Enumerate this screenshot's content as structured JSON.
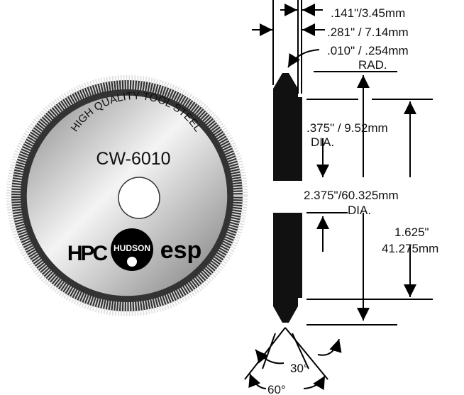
{
  "blade": {
    "arc_text": "HIGH QUALITY TOOL STEEL",
    "model": "CW-6010",
    "logos": {
      "hpc": "HPC",
      "hudson": "HUDSON",
      "esp": "esp"
    }
  },
  "dimensions": {
    "thickness_tip": ".141\"/3.45mm",
    "thickness_body": ".281\" / 7.14mm",
    "radius": ".010\" / .254mm",
    "radius_suffix": "RAD.",
    "hole_dia": ".375\" / 9.52mm",
    "hole_dia_suffix": "DIA.",
    "outer_dia": "2.375\"/60.325mm",
    "outer_dia_suffix": "DIA.",
    "hub_dia_in": "1.625\"",
    "hub_dia_mm": "41.275mm",
    "angle_inner": "30°",
    "angle_outer": "60°"
  }
}
